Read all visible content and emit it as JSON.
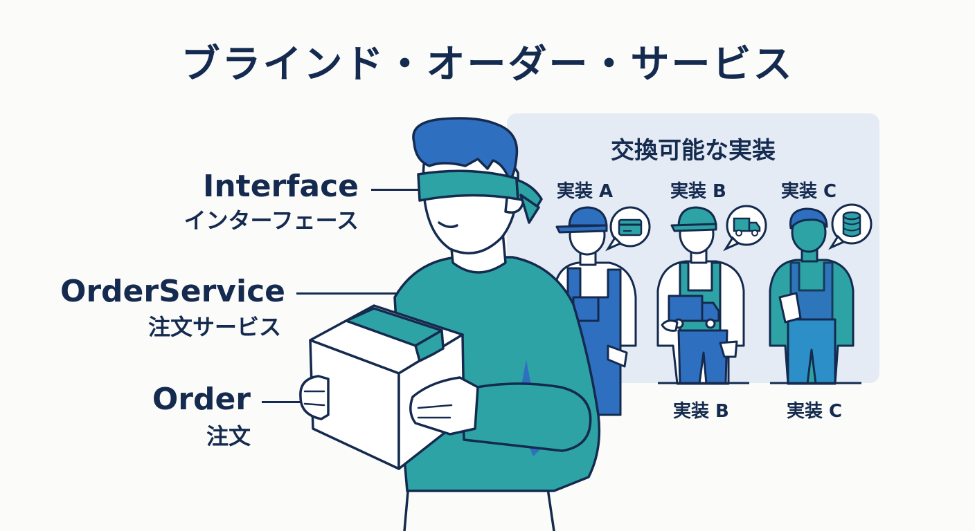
{
  "title": "ブラインド・オーダー・サービス",
  "panel": {
    "title": "交換可能な実装",
    "top_labels": [
      "実装 A",
      "実装 B",
      "実装 C"
    ],
    "bottom_labels": [
      "実装 B",
      "実装 C"
    ]
  },
  "labels": {
    "interface_en": "Interface",
    "interface_ja": "インターフェース",
    "service_en": "OrderService",
    "service_ja": "注文サービス",
    "order_en": "Order",
    "order_ja": "注文"
  },
  "colors": {
    "navy": "#142a4e",
    "teal": "#2ea3a6",
    "blue": "#2f6fc0",
    "panel": "#e4ebf4"
  },
  "icons": [
    "credit-card-icon",
    "truck-icon",
    "database-icon"
  ]
}
